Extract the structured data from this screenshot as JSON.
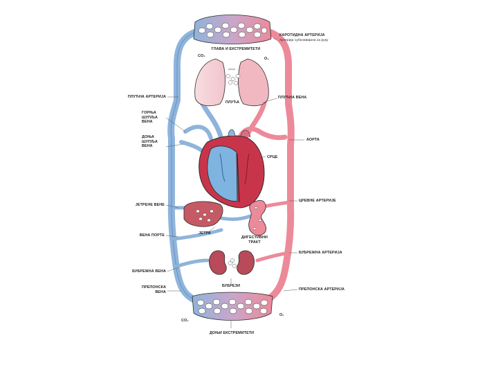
{
  "labels": {
    "carotid_artery": "КАРОТИДНА АРТЕРИЈА",
    "carotid_sub": "Артерија субклавијана за руку",
    "head_upper": "ГЛАВА И ЕКСТРЕМИТЕТИ",
    "co2_top": "CO₂",
    "o2_top": "O₂",
    "pulmonary_artery": "ПЛУЋНА АРТЕРИЈА",
    "lungs": "ПЛУЋА",
    "pulmonary_vein": "ПЛУЋНА ВЕНА",
    "superior_vena_cava": "ГОРЊА\nШУПЉА\nВЕНА",
    "inferior_vena_cava": "ДОЊА\nШУПЉА\nВЕНА",
    "aorta": "АОРТА",
    "heart": "СРЦЕ",
    "hepatic_veins": "ЈЕТРЕНЕ ВЕНЕ",
    "intestinal_arteries": "ЦРЕВНЕ АРТЕРИЈЕ",
    "portal_vein": "ВЕНА ПОРТЕ",
    "liver": "ЈЕТРА",
    "digestive_tract": "ДИГЕСТИВНИ\nТРАКТ",
    "renal_artery": "БУБРЕЖНА АРТЕРИЈА",
    "renal_vein": "БУБРЕЖНА ВЕНА",
    "iliac_vein": "ПРЕПОНСКА\nВЕНА",
    "kidneys": "БУБРЕЗИ",
    "iliac_artery": "ПРЕПОНСКА АРТЕРИЈА",
    "co2_bottom": "CO₂",
    "o2_bottom": "O₂",
    "lower_limbs": "ДОЊИ ЕКСТРЕМИТЕТИ"
  },
  "colors": {
    "venous": "#8fb4dc",
    "venous_dark": "#3d6fa8",
    "arterial": "#ec8a9a",
    "arterial_dark": "#c23a52",
    "heart_red": "#c8354b",
    "heart_blue": "#7fb3e0",
    "liver": "#c65a64",
    "kidney": "#b84a5a",
    "lung": "#f3c8cf",
    "outline": "#2a2a2a"
  }
}
